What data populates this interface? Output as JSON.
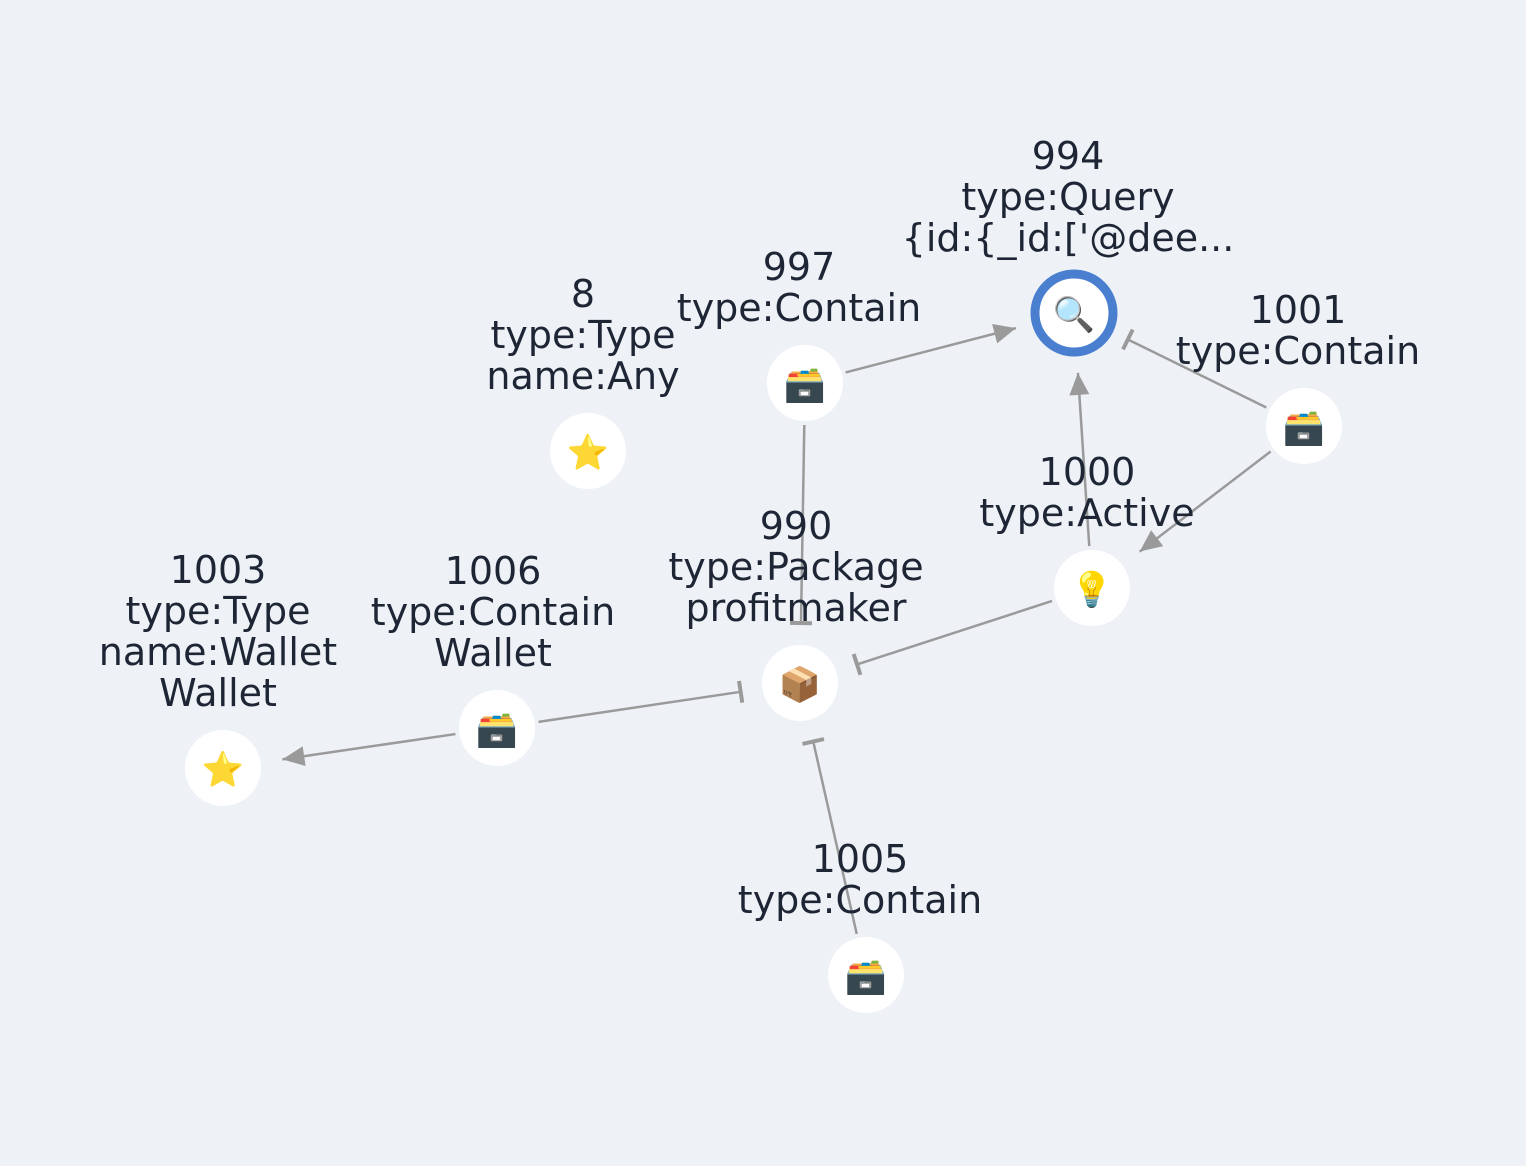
{
  "graph": {
    "nodes": [
      {
        "id": "8",
        "lines": [
          "8",
          "type:Type",
          "name:Any"
        ],
        "icon": "⭐",
        "icon_name": "star-icon",
        "selected": false
      },
      {
        "id": "997",
        "lines": [
          "997",
          "type:Contain"
        ],
        "icon": "🗃️",
        "icon_name": "card-file-box-icon",
        "selected": false
      },
      {
        "id": "994",
        "lines": [
          "994",
          "type:Query",
          "{id:{_id:['@dee..."
        ],
        "icon": "🔍",
        "icon_name": "magnifier-icon",
        "selected": true
      },
      {
        "id": "1001",
        "lines": [
          "1001",
          "type:Contain"
        ],
        "icon": "🗃️",
        "icon_name": "card-file-box-icon",
        "selected": false
      },
      {
        "id": "1000",
        "lines": [
          "1000",
          "type:Active"
        ],
        "icon": "💡",
        "icon_name": "light-bulb-icon",
        "selected": false
      },
      {
        "id": "990",
        "lines": [
          "990",
          "type:Package",
          "profitmaker"
        ],
        "icon": "📦",
        "icon_name": "package-icon",
        "selected": false
      },
      {
        "id": "1006",
        "lines": [
          "1006",
          "type:Contain",
          "Wallet"
        ],
        "icon": "🗃️",
        "icon_name": "card-file-box-icon",
        "selected": false
      },
      {
        "id": "1003",
        "lines": [
          "1003",
          "type:Type",
          "name:Wallet",
          "Wallet"
        ],
        "icon": "⭐",
        "icon_name": "star-icon",
        "selected": false
      },
      {
        "id": "1005",
        "lines": [
          "1005",
          "type:Contain"
        ],
        "icon": "🗃️",
        "icon_name": "card-file-box-icon",
        "selected": false
      }
    ],
    "edges": [
      {
        "from": "997",
        "to": "994",
        "kind": "to"
      },
      {
        "from": "997",
        "to": "990",
        "kind": "from"
      },
      {
        "from": "1001",
        "to": "994",
        "kind": "from"
      },
      {
        "from": "1001",
        "to": "1000",
        "kind": "to"
      },
      {
        "from": "1000",
        "to": "994",
        "kind": "to"
      },
      {
        "from": "1000",
        "to": "990",
        "kind": "from"
      },
      {
        "from": "1006",
        "to": "990",
        "kind": "from"
      },
      {
        "from": "1006",
        "to": "1003",
        "kind": "to"
      },
      {
        "from": "1005",
        "to": "990",
        "kind": "from"
      }
    ]
  }
}
